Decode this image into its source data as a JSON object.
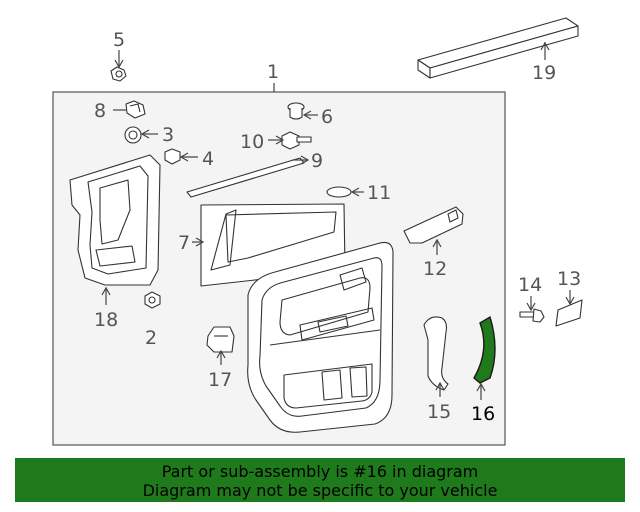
{
  "callouts": {
    "c1": "1",
    "c2": "2",
    "c3": "3",
    "c4": "4",
    "c5": "5",
    "c6": "6",
    "c7": "7",
    "c8": "8",
    "c9": "9",
    "c10": "10",
    "c11": "11",
    "c12": "12",
    "c13": "13",
    "c14": "14",
    "c15": "15",
    "c16": "16",
    "c17": "17",
    "c18": "18",
    "c19": "19"
  },
  "highlight": {
    "callout": "16",
    "color": "#1f7a1c"
  },
  "banner": {
    "line1": "Part or sub-assembly is #16 in diagram",
    "line2": "Diagram may not be specific to your vehicle",
    "color": "#1f7a1c"
  }
}
